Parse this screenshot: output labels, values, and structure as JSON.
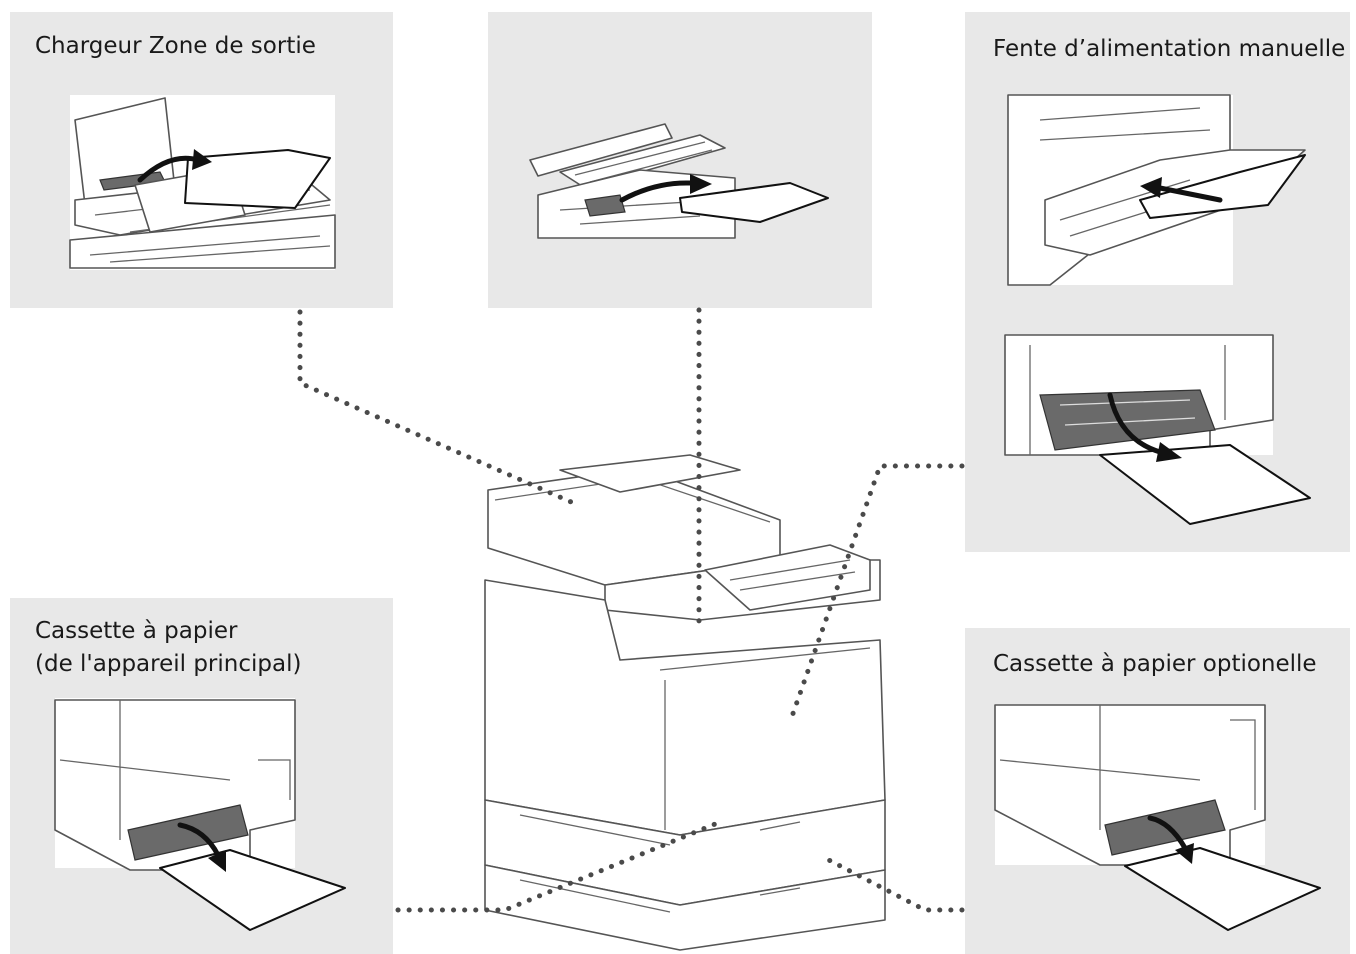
{
  "labels": {
    "feeder": "Chargeur Zone de sortie",
    "manual": "Fente d’alimentation manuelle",
    "cassette_main_line1": "Cassette à papier",
    "cassette_main_line2": "(de l'appareil principal)",
    "cassette_optional": "Cassette à papier optionelle"
  },
  "colors": {
    "panel": "#e8e8e8",
    "leader": "#4a4a4a",
    "paper_outline": "#111111"
  }
}
